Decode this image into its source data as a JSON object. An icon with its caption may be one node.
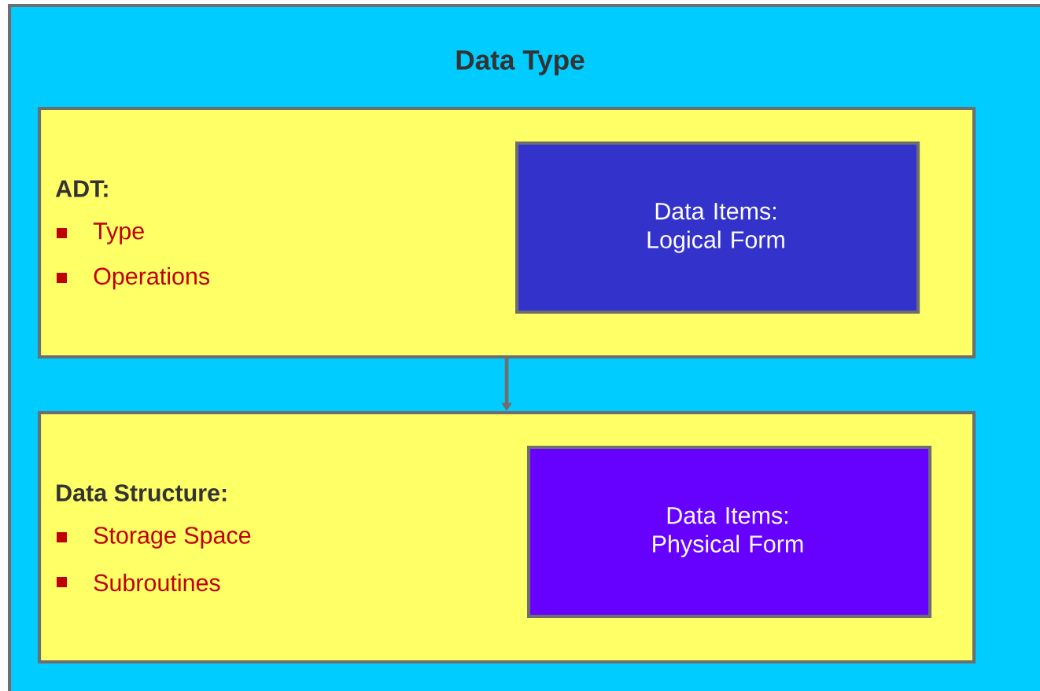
{
  "diagram": {
    "nodes": [
      {
        "text": [
          "Data Type"
        ]
      },
      {
        "text": [
          "ADT:",
          "Type",
          "Operations"
        ],
        "in": 0
      },
      {
        "text": [
          "Data Items: Logical Form"
        ],
        "in": 1
      },
      {
        "text": [
          "Data Structure:",
          "Storage Space",
          "Subroutines"
        ],
        "in": 0
      },
      {
        "text": [
          "Data Items: Physical Form"
        ],
        "in": 3
      }
    ],
    "edges": [
      {
        "from": 1,
        "to": 3,
        "arrow": "to"
      }
    ]
  }
}
